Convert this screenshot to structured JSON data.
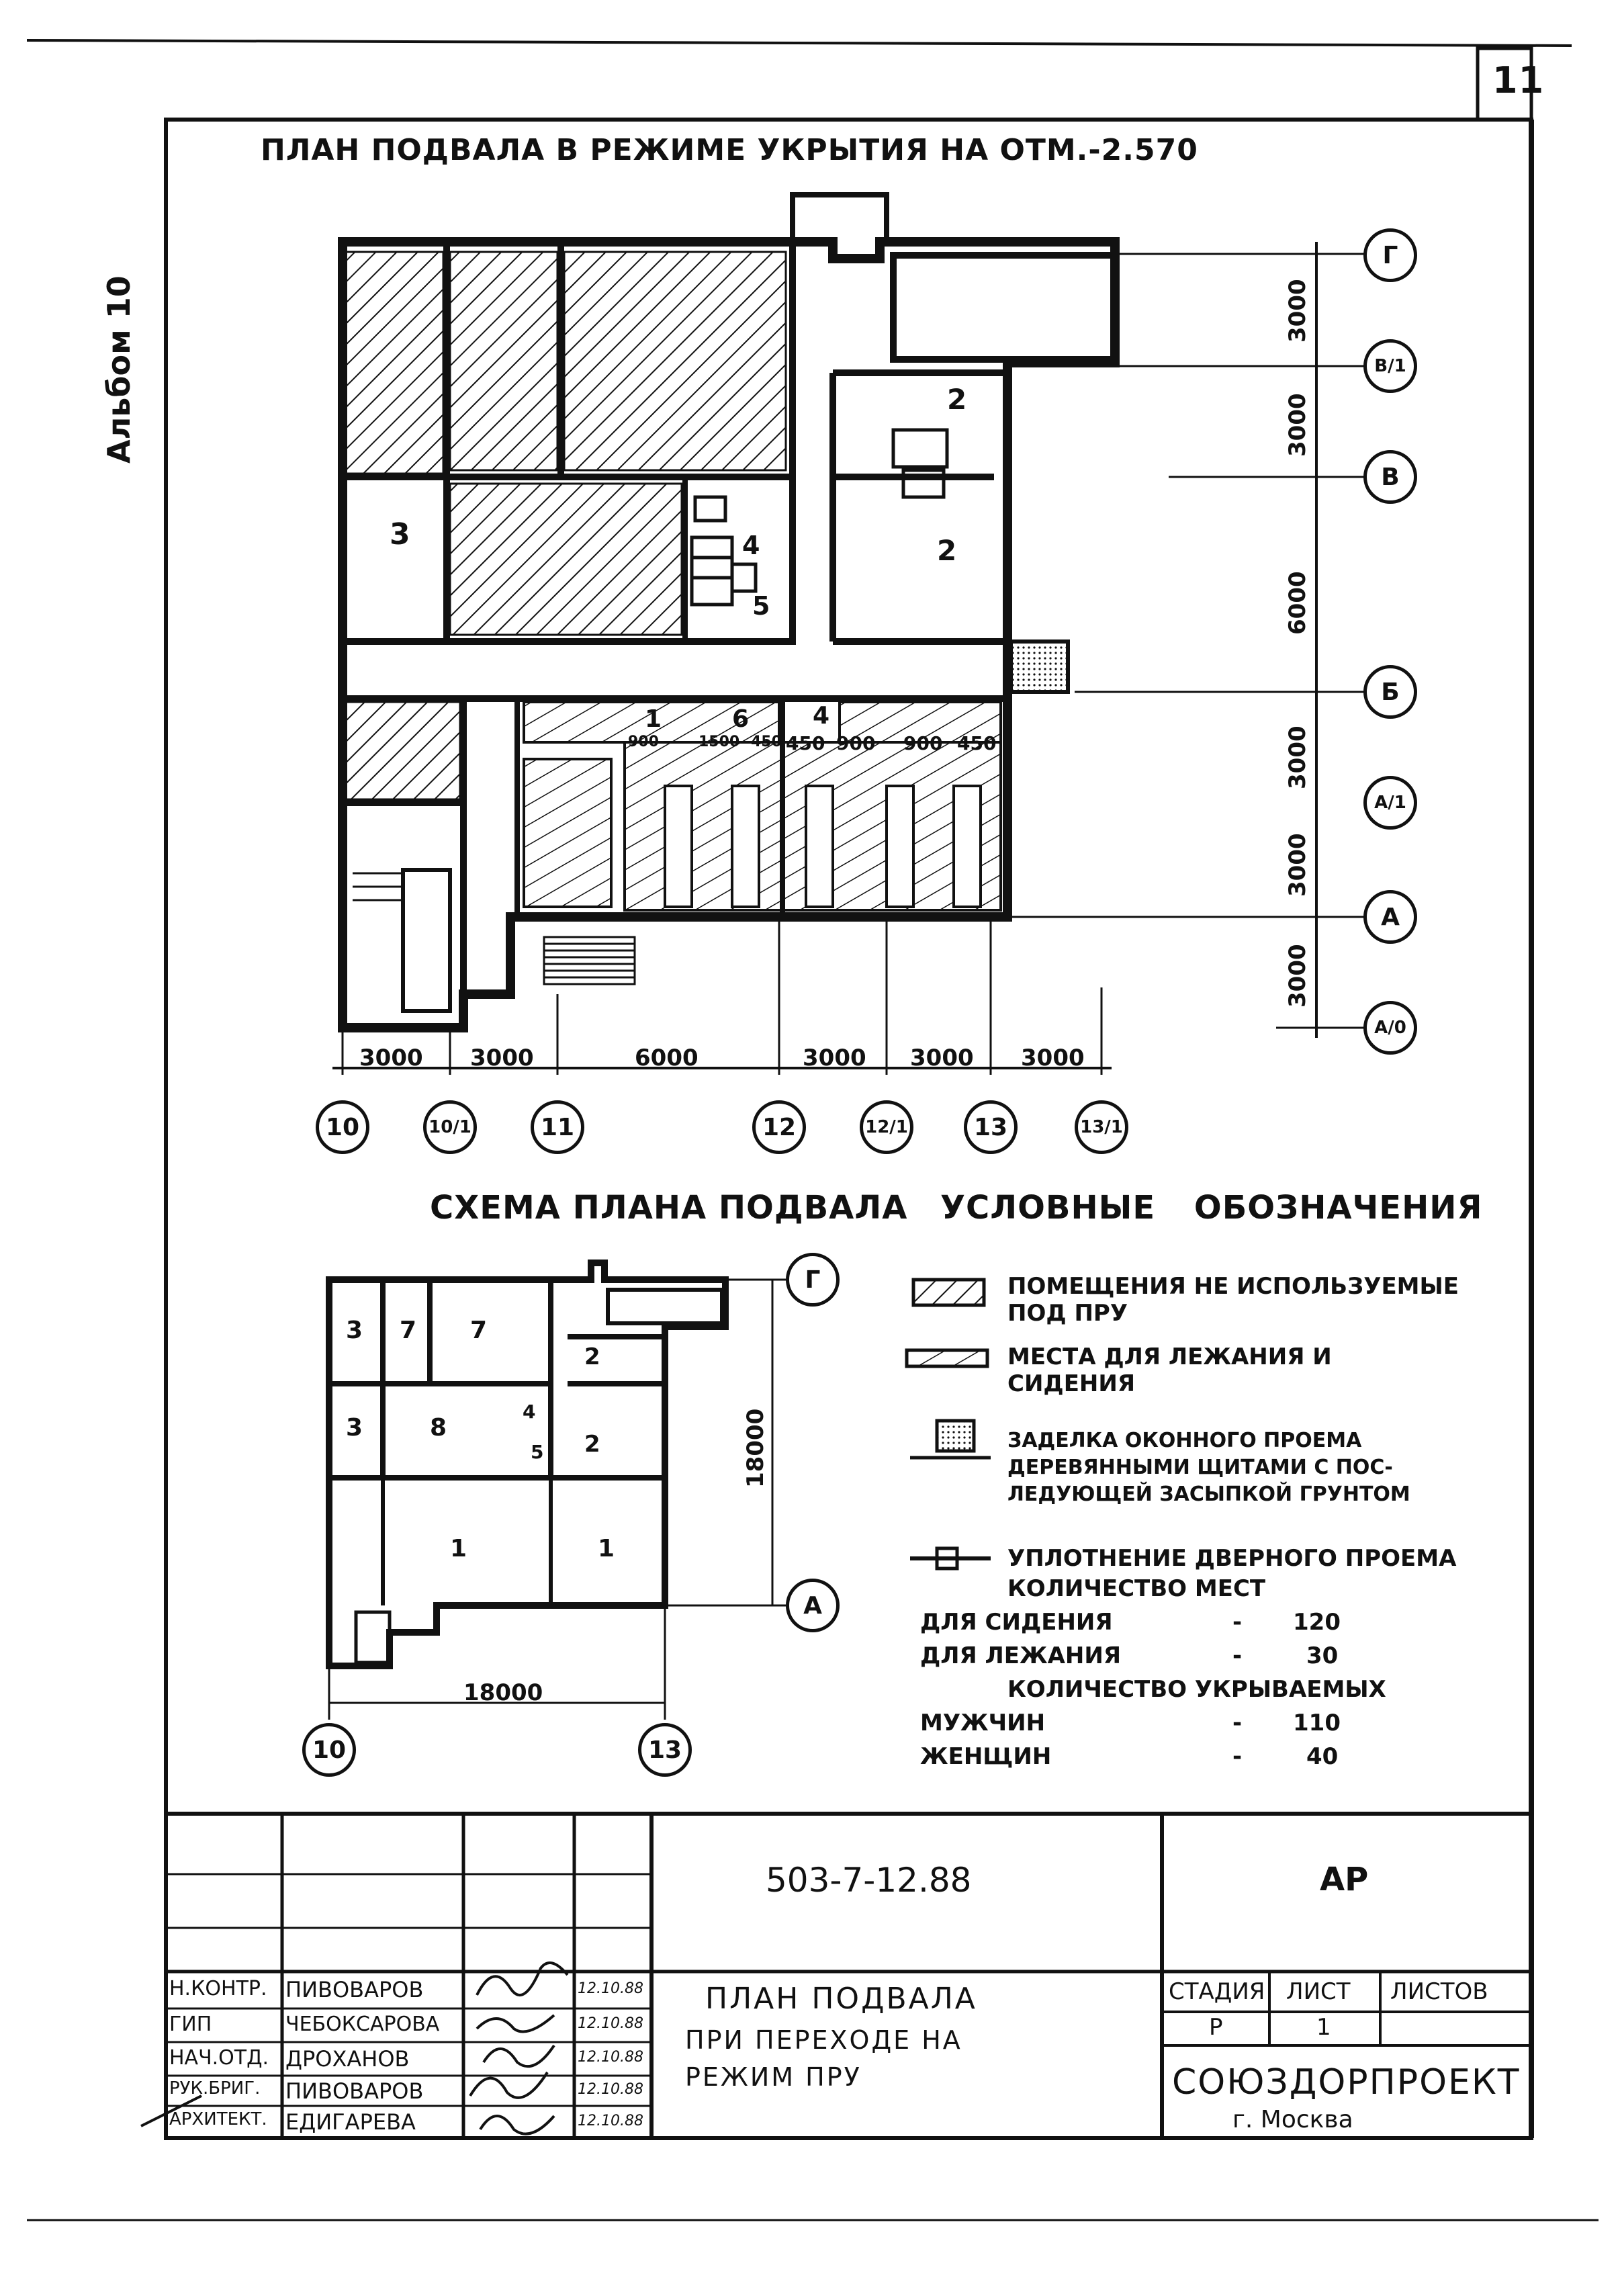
{
  "sheet": {
    "number": "11",
    "album": "Альбом 10"
  },
  "main_plan": {
    "title": "План подвала в режиме укрытия на отм.-2.570",
    "room_labels": [
      "3",
      "2",
      "2",
      "4",
      "5",
      "1",
      "6",
      "4"
    ],
    "seat_dims": [
      "900",
      "1500",
      "450",
      "450",
      "900",
      "900",
      "450"
    ],
    "row_axes": [
      "Г",
      "В/1",
      "В",
      "Б",
      "А/1",
      "А",
      "А/0"
    ],
    "row_dims": [
      "3000",
      "3000",
      "6000",
      "3000",
      "3000",
      "3000"
    ],
    "col_axes": [
      "10",
      "10/1",
      "11",
      "12",
      "12/1",
      "13",
      "13/1"
    ],
    "col_dims": [
      "3000",
      "3000",
      "6000",
      "3000",
      "3000",
      "3000"
    ]
  },
  "scheme": {
    "title": "Схема плана подвала",
    "room_labels": [
      "3",
      "7",
      "7",
      "2",
      "3",
      "8",
      "4",
      "5",
      "2",
      "1",
      "1"
    ],
    "axes": {
      "top": "Г",
      "bottom": "А",
      "left": "10",
      "right": "13"
    },
    "dim_h": "18000",
    "dim_v": "18000"
  },
  "legend": {
    "title": "Условные обозначения",
    "items": [
      "Помещения не используемые под ПРУ",
      "Места для лежания и сидения",
      "Заделка оконного проема деревянными щитами с последующей засыпкой грунтом",
      "Уплотнение дверного проема"
    ],
    "item_lines": [
      [
        "Помещения не используемые",
        "под ПРУ"
      ],
      [
        "Места для лежания и",
        "сидения"
      ],
      [
        "Заделка оконного проема",
        "деревянными щитами с пос-",
        "ледующей засыпкой грунтом"
      ],
      [
        "Уплотнение дверного проема"
      ]
    ],
    "places_title": "количество мест",
    "places": [
      {
        "label": "для сидения",
        "dash": "-",
        "value": "120"
      },
      {
        "label": "для лежания",
        "dash": "-",
        "value": "30"
      }
    ],
    "sheltered_title": "количество укрываемых",
    "sheltered": [
      {
        "label": "мужчин",
        "dash": "-",
        "value": "110"
      },
      {
        "label": "женщин",
        "dash": "-",
        "value": "40"
      }
    ]
  },
  "title_block": {
    "code": "503-7-12.88",
    "discipline": "АР",
    "drawing_title": [
      "План подвала",
      "при переходе на",
      "режим ПРУ"
    ],
    "stage_header": "Стадия",
    "sheet_header": "Лист",
    "sheets_header": "Листов",
    "stage": "Р",
    "sheet": "1",
    "sheets": "",
    "org": "Союздорпроект",
    "city": "г. Москва",
    "signers": [
      {
        "role": "Н.контр.",
        "name": "Пивоваров",
        "date": "12.10.88"
      },
      {
        "role": "ГИП",
        "name": "Чебоксарова",
        "date": "12.10.88"
      },
      {
        "role": "Нач.отд.",
        "name": "Дроханов",
        "date": "12.10.88"
      },
      {
        "role": "Рук.бриг.",
        "name": "Пивоваров",
        "date": "12.10.88"
      },
      {
        "role": "Архитект.",
        "name": "Едигарева",
        "date": "12.10.88"
      }
    ]
  }
}
